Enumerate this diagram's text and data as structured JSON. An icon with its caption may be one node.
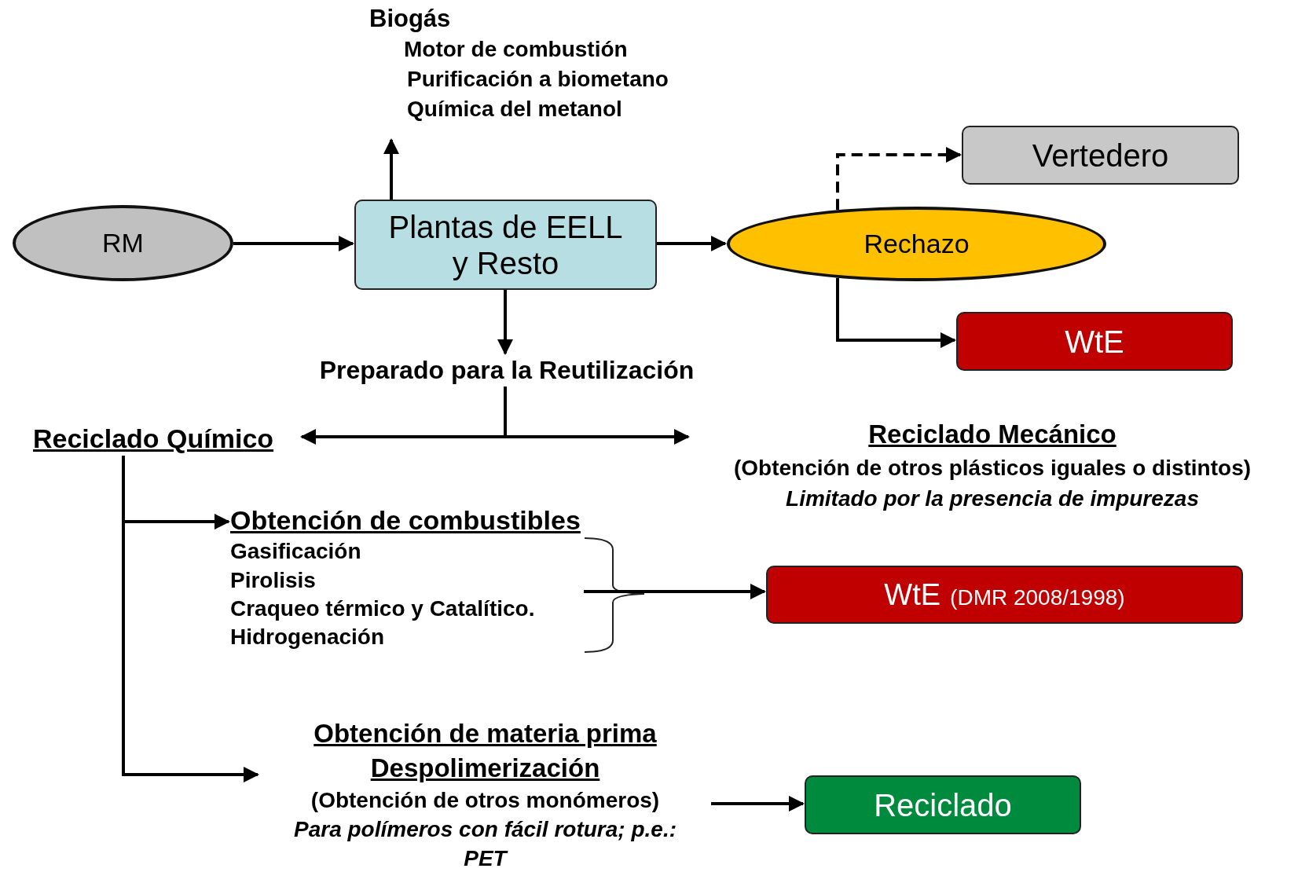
{
  "diagram": {
    "nodes": [
      {
        "text": [
          "RM"
        ]
      },
      {
        "text": [
          "Plantas de EELL y Resto"
        ]
      },
      {
        "text": [
          "Biogás",
          "Motor de combustión",
          "Purificación a biometano",
          "Química del metanol"
        ]
      },
      {
        "text": [
          "Rechazo"
        ]
      },
      {
        "text": [
          "Vertedero"
        ]
      },
      {
        "text": [
          "WtE"
        ]
      },
      {
        "text": [
          "Preparado para la Reutilización"
        ]
      },
      {
        "text": [
          "Reciclado Químico"
        ]
      },
      {
        "text": [
          "Reciclado Mecánico",
          "(Obtención de otros plásticos iguales o distintos)",
          "Limitado por la presencia de impurezas"
        ]
      },
      {
        "text": [
          "Obtención de combustibles",
          "Gasificación",
          "Pirolisis",
          "Craqueo térmico y Catalítico.",
          "Hidrogenación"
        ]
      },
      {
        "text": [
          "WtE",
          "(DMR 2008/1998)"
        ]
      },
      {
        "text": [
          "Obtención de materia prima",
          "Despolimerización",
          "(Obtención de otros monómeros)",
          "Para polímeros con fácil rotura; p.e.: PET"
        ]
      },
      {
        "text": [
          "Reciclado"
        ]
      }
    ],
    "edges": [
      {
        "from": 0,
        "to": 1,
        "arrow": "to"
      },
      {
        "from": 1,
        "to": 2,
        "arrow": "to"
      },
      {
        "from": 1,
        "to": 3,
        "arrow": "to"
      },
      {
        "from": 3,
        "to": 4,
        "arrow": "to",
        "style": "dashed"
      },
      {
        "from": 3,
        "to": 5,
        "arrow": "to"
      },
      {
        "from": 1,
        "to": 6,
        "arrow": "to"
      },
      {
        "from": 6,
        "to": 7,
        "arrow": "to"
      },
      {
        "from": 6,
        "to": 8,
        "arrow": "to"
      },
      {
        "from": 7,
        "to": 9,
        "arrow": "to"
      },
      {
        "from": 7,
        "to": 11,
        "arrow": "to"
      },
      {
        "from": 9,
        "to": 10,
        "arrow": "to"
      },
      {
        "from": 11,
        "to": 12,
        "arrow": "to"
      }
    ]
  }
}
